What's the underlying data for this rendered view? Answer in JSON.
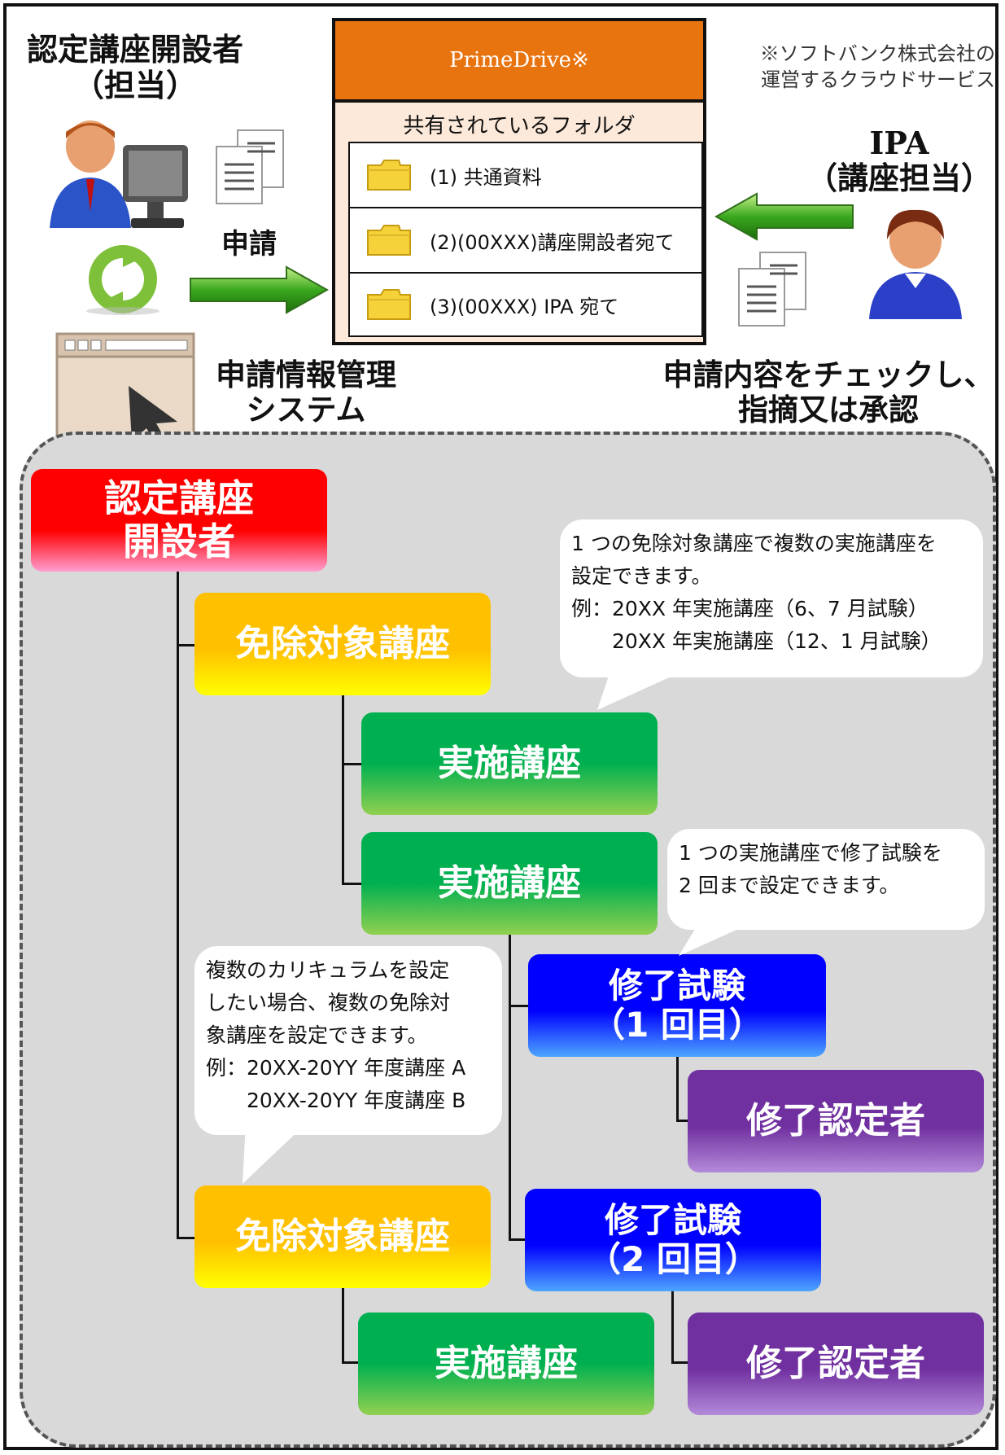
{
  "header": {
    "left_actor": [
      "認定講座開設者",
      "（担当）"
    ],
    "right_actor": [
      "IPA",
      "（講座担当）"
    ],
    "apply_label": "申請",
    "system_label": [
      "申請情報管理",
      "システム"
    ],
    "ipa_action": [
      "申請内容をチェックし、",
      "指摘又は承認"
    ]
  },
  "primedrive": {
    "title": "PrimeDrive※",
    "subtitle": "共有されているフォルダ",
    "folders": [
      "(1) 共通資料",
      "(2)(00XXX)講座開設者宛て",
      "(3)(00XXX) IPA 宛て"
    ],
    "note": [
      "※ソフトバンク株式会社の",
      "運営するクラウドサービス"
    ]
  },
  "tree": {
    "root": [
      "認定講座",
      "開設者"
    ],
    "exempt_course": "免除対象講座",
    "impl_course": "実施講座",
    "exam_1": [
      "修了試験",
      "（1 回目）"
    ],
    "exam_2": [
      "修了試験",
      "（2 回目）"
    ],
    "certified": "修了認定者"
  },
  "bubbles": {
    "b1": [
      "1 つの免除対象講座で複数の実施講座を",
      "設定できます。",
      "例：20XX 年実施講座（6、7 月試験）",
      "　　20XX 年実施講座（12、1 月試験）"
    ],
    "b2": [
      "1 つの実施講座で修了試験を",
      "2 回まで設定できます。"
    ],
    "b3": [
      "複数のカリキュラムを設定",
      "したい場合、複数の免除対",
      "象講座を設定できます。",
      "例：20XX-20YY 年度講座 A",
      "　　20XX-20YY 年度講座 B"
    ]
  },
  "colors": {
    "primedrive_header": "#e87410",
    "root": "#ff0000",
    "exempt": "#ffc000",
    "impl": "#00b050",
    "exam": "#0000ff",
    "certified": "#7030a0",
    "arrow": "#3aa81e"
  }
}
